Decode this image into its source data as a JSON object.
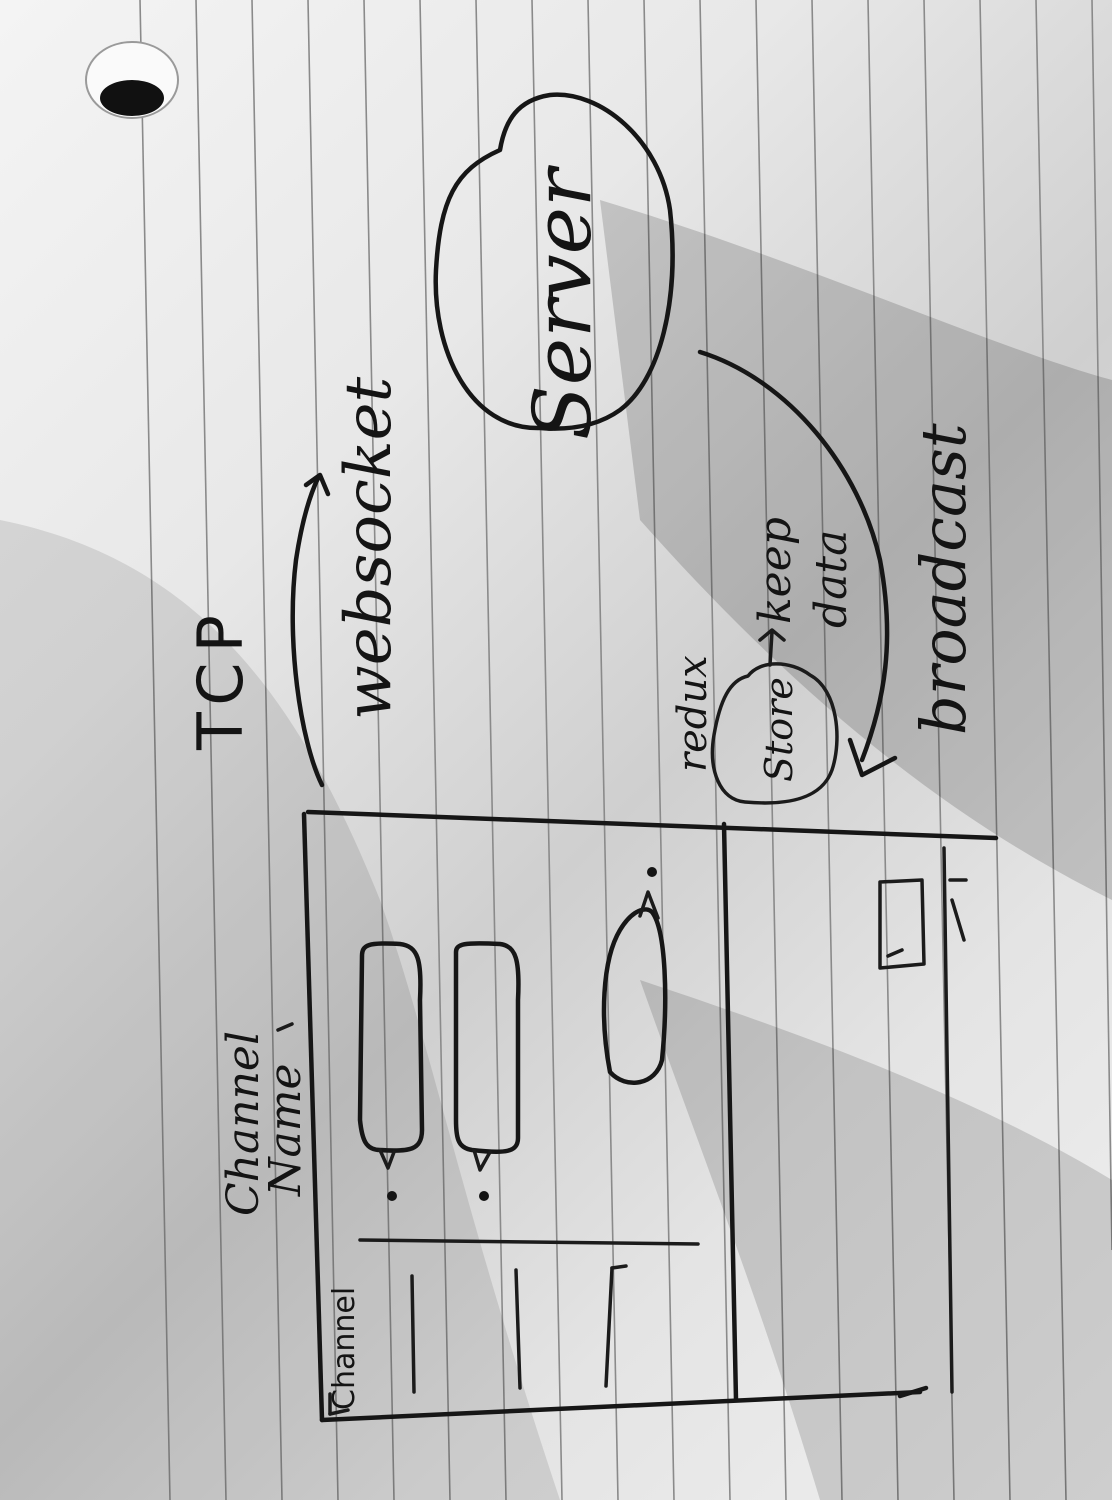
{
  "labels": {
    "tcp": "TCP",
    "websocket": "websocket",
    "server": "Server",
    "broadcast": "broadcast",
    "redux": "redux",
    "store": "Store",
    "keep": "keep",
    "data": "data",
    "channel_name_line1": "Channel",
    "channel_name_line2": "Name",
    "channel": "Channel"
  }
}
